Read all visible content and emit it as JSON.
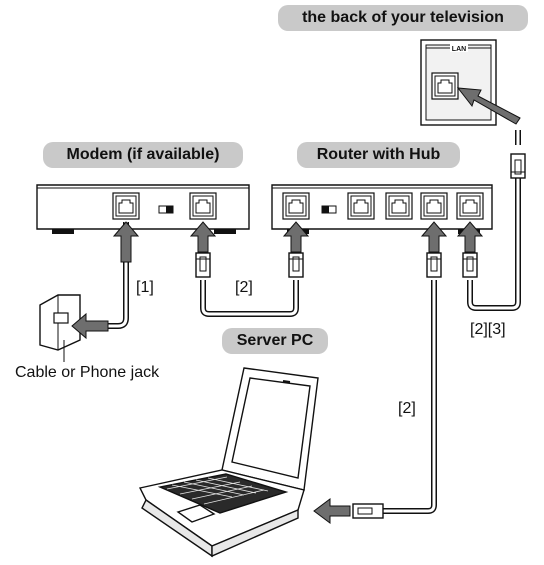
{
  "labels": {
    "tv_back": "the back of your television",
    "modem": "Modem (if available)",
    "router": "Router with Hub",
    "server": "Server PC",
    "jack": "Cable or Phone jack",
    "lan_port": "LAN"
  },
  "cable_labels": {
    "modem_to_jack": "[1]",
    "modem_to_router": "[2]",
    "router_to_tv": "[2][3]",
    "router_to_pc": "[2]"
  },
  "colors": {
    "pill_bg": "#c9c9c9",
    "line": "#111111",
    "cable_fill": "#ffffff",
    "arrow": "#6e6e6e"
  }
}
